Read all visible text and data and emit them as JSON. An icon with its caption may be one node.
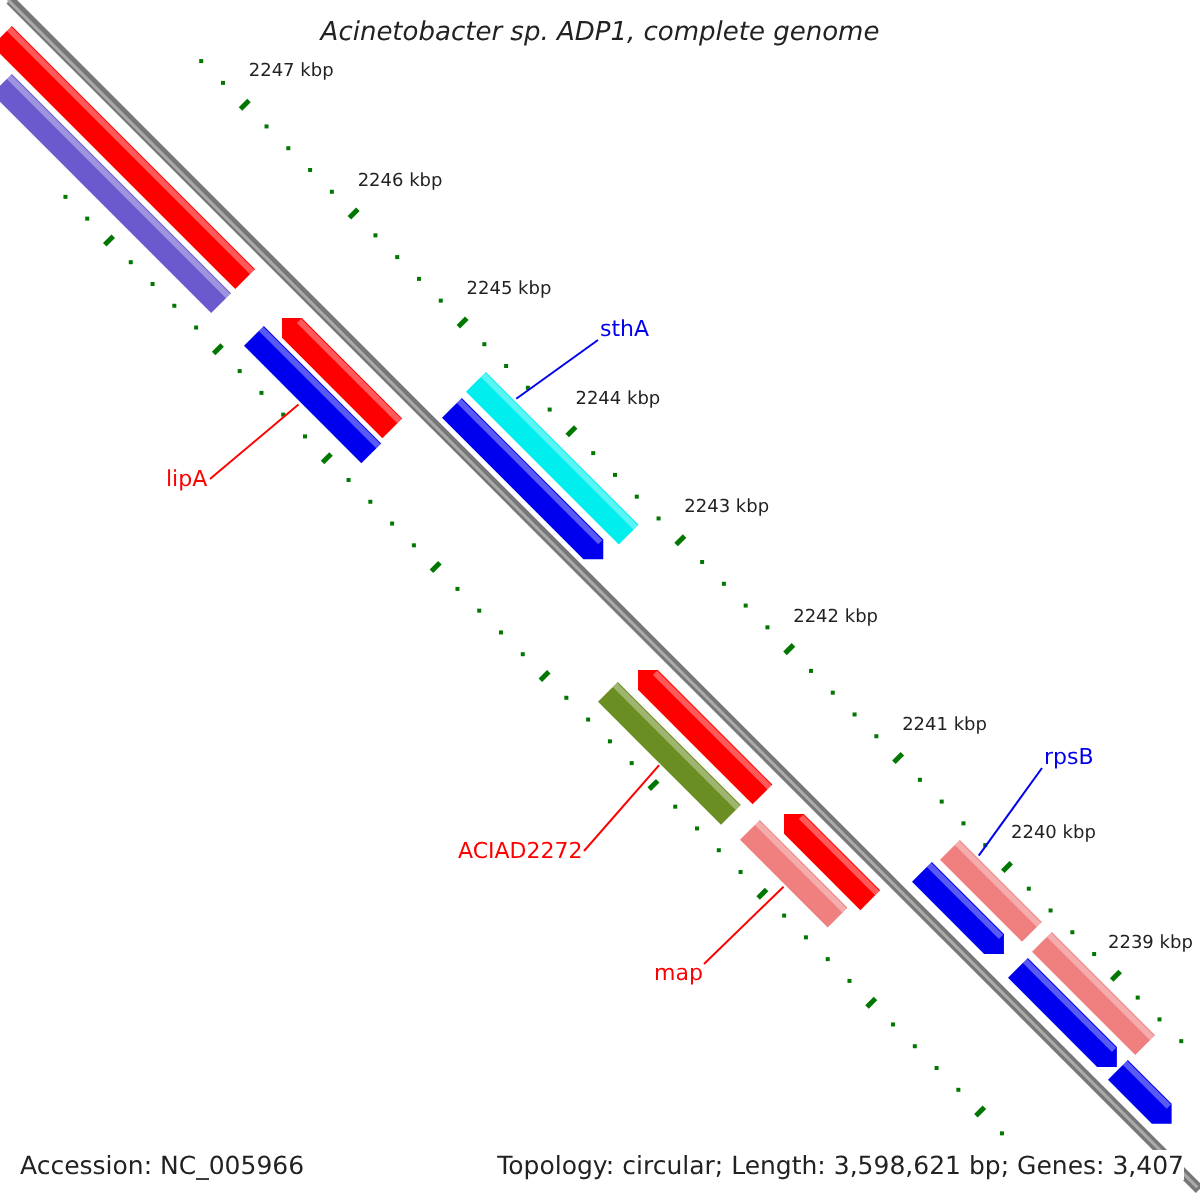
{
  "diagram": {
    "title": "Acinetobacter sp. ADP1, complete genome",
    "nodes": [
      {
        "text": [],
        "shape": "bar"
      },
      {
        "text": [],
        "shape": "bar"
      },
      {
        "text": [],
        "shape": "bar"
      },
      {
        "text": [],
        "shape": "bar"
      },
      {
        "text": [],
        "shape": "bar"
      },
      {
        "text": [],
        "shape": "bar"
      },
      {
        "text": [],
        "shape": "bar"
      },
      {
        "text": [],
        "shape": "bar"
      },
      {
        "text": [],
        "shape": "bar"
      },
      {
        "text": [],
        "shape": "bar"
      },
      {
        "text": [],
        "shape": "bar"
      },
      {
        "text": [],
        "shape": "bar"
      },
      {
        "text": [],
        "shape": "bar"
      },
      {
        "text": [],
        "shape": "bar"
      },
      {
        "text": [],
        "shape": "bar"
      },
      {
        "text": [
          "lipA"
        ]
      },
      {
        "text": [
          "sthA"
        ]
      },
      {
        "text": [
          "ACIAD2272"
        ]
      },
      {
        "text": [
          "map"
        ]
      },
      {
        "text": [
          "rpsB"
        ]
      }
    ],
    "edges": [
      {
        "from": 15,
        "to": 2,
        "arrow": "none"
      },
      {
        "from": 16,
        "to": 5,
        "arrow": "none",
        "color": "#0000ee"
      },
      {
        "from": 17,
        "to": 6,
        "arrow": "none"
      },
      {
        "from": 18,
        "to": 8,
        "arrow": "none"
      },
      {
        "from": 19,
        "to": 11,
        "arrow": "none",
        "color": "#0000ee"
      }
    ],
    "labels": [
      "2247 kbp",
      "2246 kbp",
      "2245 kbp",
      "2244 kbp",
      "2243 kbp",
      "2242 kbp",
      "2241 kbp",
      "2240 kbp",
      "2239 kbp",
      "Accession: NC_005966",
      "Topology: circular; Length: 3,598,621 bp; Genes: 3,407"
    ]
  }
}
